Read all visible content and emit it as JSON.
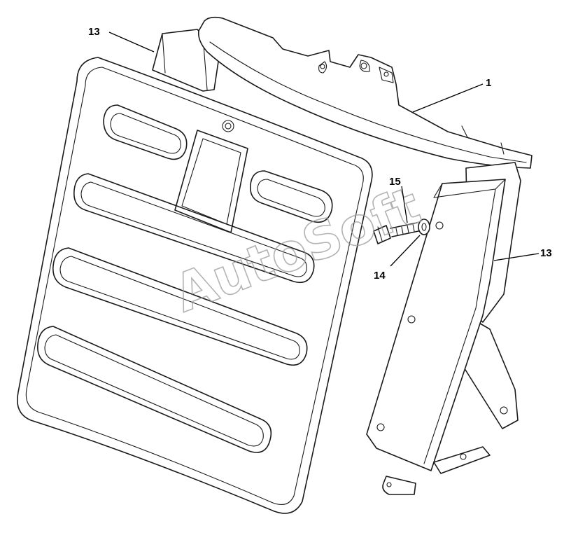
{
  "watermark": "AutoSoft",
  "callouts": {
    "c13_left": "13",
    "c1": "1",
    "c15": "15",
    "c14": "14",
    "c13_right": "13"
  }
}
